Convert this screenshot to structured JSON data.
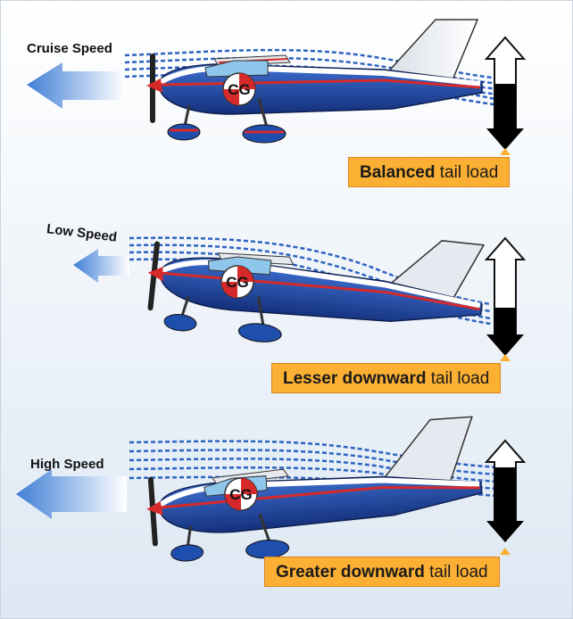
{
  "panels": [
    {
      "speed_label": "Cruise Speed",
      "cg_label": "CG",
      "tail_load": {
        "emphasis": "Balanced",
        "suffix": "tail load"
      },
      "airplane_attitude": "level",
      "downward_load_fraction": 0.5
    },
    {
      "speed_label": "Low Speed",
      "cg_label": "CG",
      "tail_load": {
        "emphasis": "Lesser downward",
        "suffix": "tail load"
      },
      "airplane_attitude": "nose-up",
      "downward_load_fraction": 0.3
    },
    {
      "speed_label": "High Speed",
      "cg_label": "CG",
      "tail_load": {
        "emphasis": "Greater downward",
        "suffix": "tail load"
      },
      "airplane_attitude": "nose-down",
      "downward_load_fraction": 0.75
    }
  ],
  "colors": {
    "background_top": "#ffffff",
    "background_bottom": "#dde8f3",
    "fuselage_blue": "#1f4fae",
    "stripe_red": "#d62a2a",
    "airflow_blue": "#4a79c8",
    "label_orange": "#fbb033",
    "arrow_black": "#000000"
  }
}
